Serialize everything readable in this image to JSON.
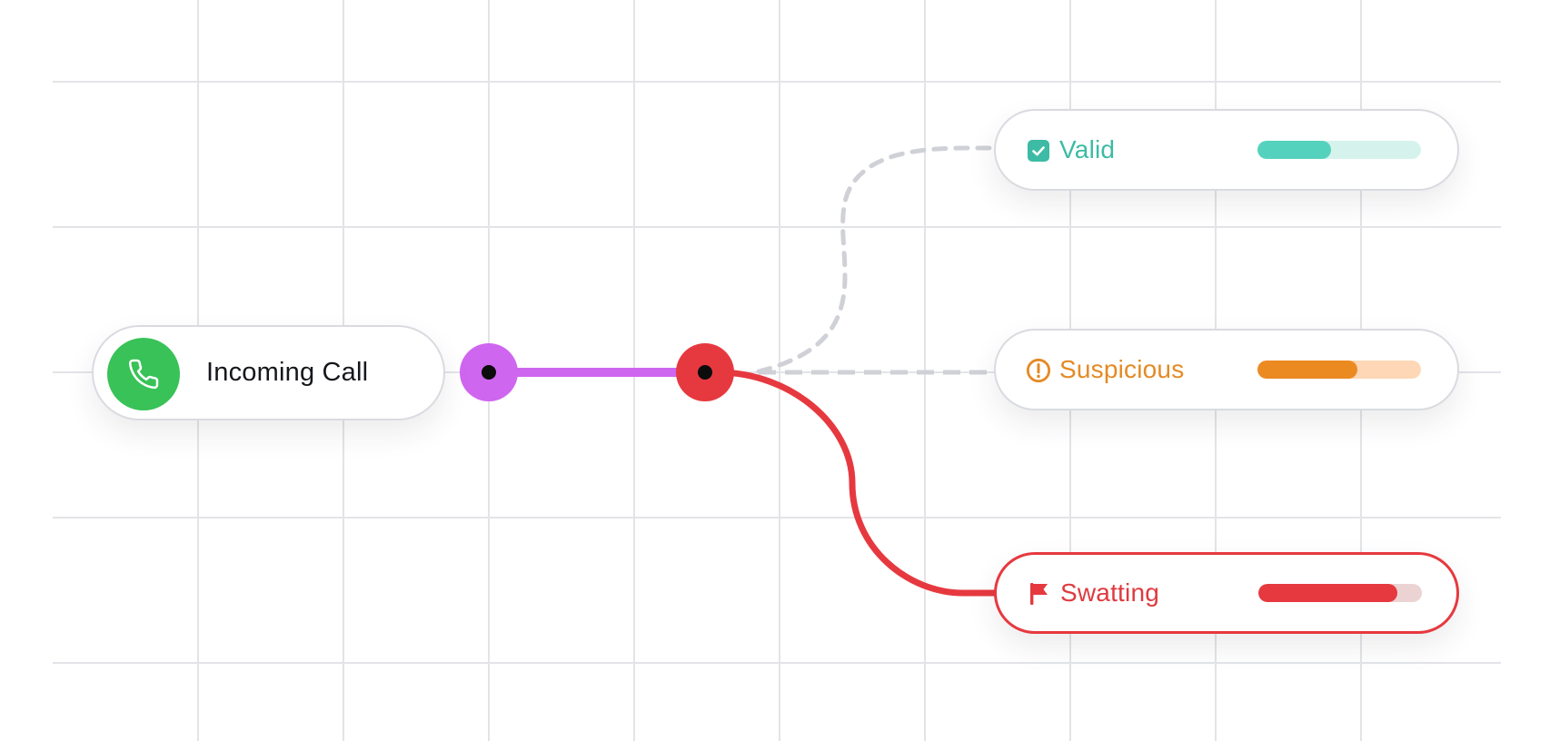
{
  "source": {
    "label": "Incoming Call",
    "icon": "phone-icon",
    "color": "#38c257"
  },
  "connectors": {
    "source_port_color": "#cf66f0",
    "router_port_color": "#e6393f",
    "active_link_color": "#e6393f",
    "inactive_link_color": "#cfd1d7"
  },
  "outcomes": [
    {
      "id": "valid",
      "label": "Valid",
      "icon": "check-square-icon",
      "color": "#3dbba4",
      "level": 0.45,
      "active": false
    },
    {
      "id": "suspicious",
      "label": "Suspicious",
      "icon": "alert-circle-icon",
      "color": "#e48a25",
      "level": 0.61,
      "active": false
    },
    {
      "id": "swatting",
      "label": "Swatting",
      "icon": "flag-icon",
      "color": "#e6393f",
      "level": 0.85,
      "active": true
    }
  ]
}
